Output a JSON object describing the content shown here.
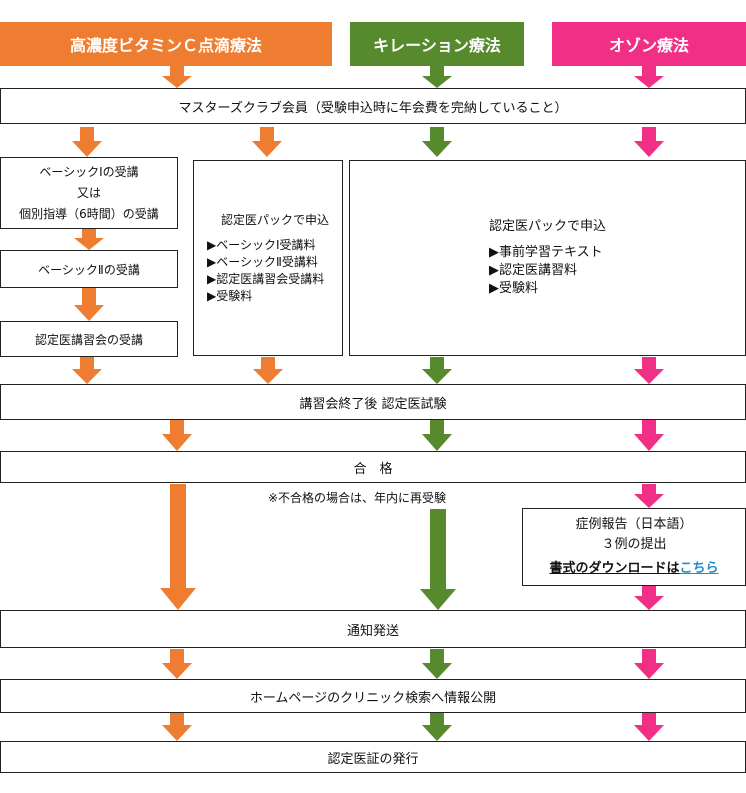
{
  "colors": {
    "orange": "#ef7d31",
    "green": "#568a2c",
    "pink": "#f12f86"
  },
  "headers": {
    "vitc": "高濃度ビタミンＣ点滴療法",
    "chelation": "キレーション療法",
    "ozone": "オゾン療法"
  },
  "membership": "マスターズクラブ会員（受験申込時に年会費を完納していること）",
  "vitc_steps": {
    "basic1_line1": "ベーシックⅠの受講",
    "basic1_line2": "又は",
    "basic1_line3": "個別指導（6時間）の受講",
    "basic2": "ベーシックⅡの受講",
    "seminar": "認定医講習会の受講"
  },
  "pack_vitc": {
    "title": "認定医パックで申込",
    "items": [
      "▶ベーシックⅠ受講料",
      "▶ベーシックⅡ受講料",
      "▶認定医講習会受講料",
      "▶受験料"
    ]
  },
  "pack_other": {
    "title": "認定医パックで申込",
    "items": [
      "▶事前学習テキスト",
      "▶認定医講習料",
      "▶受験料"
    ]
  },
  "exam": "講習会終了後 認定医試験",
  "pass": "合　格",
  "retake_note": "※不合格の場合は、年内に再受験",
  "case_report": {
    "line1": "症例報告（日本語）",
    "line2": "３例の提出",
    "download_prefix": "書式のダウンロードは",
    "download_link": "こちら"
  },
  "notice": "通知発送",
  "homepage": "ホームページのクリニック検索へ情報公開",
  "certificate": "認定医証の発行"
}
